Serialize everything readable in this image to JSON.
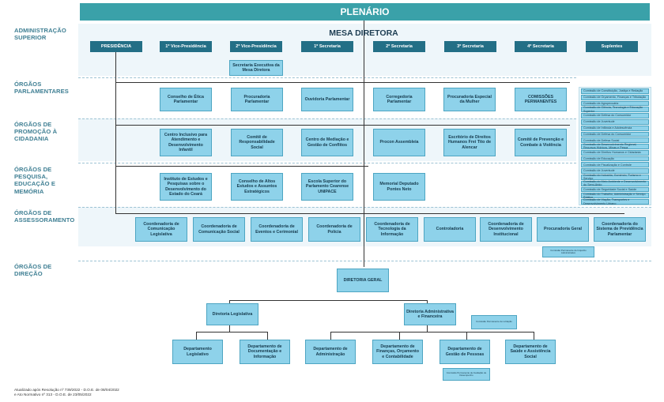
{
  "title": "PLENÁRIO",
  "sections": {
    "admin": "ADMINISTRAÇÃO SUPERIOR",
    "parl": "ÓRGÃOS PARLAMENTARES",
    "prom": "ÓRGÃOS DE PROMOÇÃO À CIDADANIA",
    "pesq": "ÓRGÃOS DE PESQUISA, EDUCAÇÃO E MEMÓRIA",
    "asses": "ÓRGÃOS DE ASSESSORAMENTO",
    "dir": "ÓRGÃOS DE DIREÇÃO"
  },
  "mesa": {
    "title": "MESA DIRETORA",
    "positions": [
      "PRESIDÊNCIA",
      "1º Vice-Presidência",
      "2º Vice-Presidência",
      "1º Secretaria",
      "2º Secretaria",
      "3º Secretaria",
      "4º Secretaria",
      "Suplentes"
    ]
  },
  "sec_exec": "Secretaria Executiva da Mesa Diretora",
  "parl": [
    "Conselho de Ética Parlamentar",
    "Procuradoria Parlamentar",
    "Ouvidoria Parlamentar",
    "Corregedoria Parlamentar",
    "Procuradoria Especial da Mulher",
    "COMISSÕES PERMANENTES"
  ],
  "prom": [
    "Centro Inclusivo para Atendimento e Desenvolvimento Infantil",
    "Comitê de Responsabilidade Social",
    "Centro de Mediação e Gestão de Conflitos",
    "Procon Assembleia",
    "Escritório de Direitos Humanos Frei Tito de Alencar",
    "Comitê de Prevenção e Combate à Violência"
  ],
  "pesq": [
    "Instituto de Estudos e Pesquisas sobre o Desenvolvimento do Estado do Ceará",
    "Conselho de Altos Estudos e Assuntos Estratégicos",
    "Escola Superior do Parlamento Cearense UNIPACE",
    "Memorial Deputado Pontes Neto"
  ],
  "asses": [
    "Coordenadoria de Comunicação Legislativa",
    "Coordenadoria de Comunicação Social",
    "Coordenadoria de Eventos e Cerimonial",
    "Coordenadoria de Polícia",
    "Coordenadoria de Tecnologia da Informação",
    "Controladoria",
    "Coordenadoria de Desenvolvimento Institucional",
    "Procuradoria Geral",
    "Coordenadoria do Sistema de Previdência Parlamentar"
  ],
  "proc_sub": "Comissão Permanente de Inquérito Administrativo",
  "dir": {
    "geral": "DIRETORIA GERAL",
    "leg": "Diretoria Legislativa",
    "adm": "Diretoria Administrativa e Financeira",
    "adm_sub": "Comissão Permanente de Licitação",
    "depts": [
      "Departamento Legislativo",
      "Departamento de Documentação e Informação",
      "Departamento de Administração",
      "Departamento de Finanças, Orçamento e Contabilidade",
      "Departamento de Gestão de Pessoas",
      "Departamento de Saúde e Assistência Social"
    ],
    "gp_sub": "Comissão Permanente de Avaliação de Desempenho"
  },
  "comissoes": [
    "Comissão de Constituição, Justiça e Redação",
    "Comissão de Orçamento, Finanças e Tributação",
    "Comissão de Agropecuária",
    "Comissão de Ciência, Tecnologia e Educação Superior",
    "Comissão de Defesa do Consumidor",
    "Comissão de Juventude",
    "Comissão de Infância e Adolescência",
    "Comissão de Defesa do Consumidor",
    "Comissão de Defesa Social",
    "Comissão de Desenvolvimento Regional, Recursos Hídricos, Minas e Pesca",
    "Comissão de Direitos Humanos e Cidadania",
    "Comissão de Educação",
    "Comissão de Fiscalização e Controle",
    "Comissão de Juventude",
    "Comissão do Industria, Comércio, Turismo e Serviço",
    "Comissão do Meio Ambiente e Desenvolvimento do Semi-Árido",
    "Comissão de Seguridade Social e Saúde",
    "Comissão do Trabalho, Administração e Serviço Público",
    "Comissão de Viação, Transportes e Desenvolvimento Urbano"
  ],
  "footer": [
    "Atualizado após Resolução nº 739/2022 - D.O.E. de 08/04/2022",
    "e Ato Normativo nº 313 - D.O.E. de 23/05/2022"
  ]
}
